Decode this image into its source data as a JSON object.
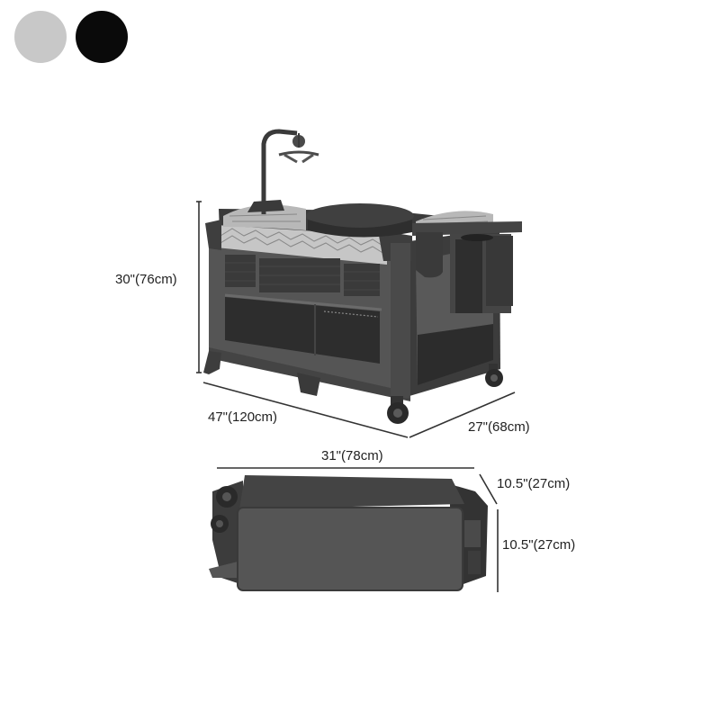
{
  "color_options": [
    {
      "name": "grey",
      "color": "#c8c8c8"
    },
    {
      "name": "black",
      "color": "#0a0a0a"
    }
  ],
  "dimensions": {
    "height": "30\"(76cm)",
    "length": "47\"(120cm)",
    "width": "27\"(68cm)",
    "folded_length": "31\"(78cm)",
    "folded_depth": "10.5\"(27cm)",
    "folded_height": "10.5\"(27cm)"
  },
  "colors": {
    "frame": "#4a4a4a",
    "dark": "#2e2e2e",
    "panel": "#c4c4c4",
    "line": "#333333"
  }
}
